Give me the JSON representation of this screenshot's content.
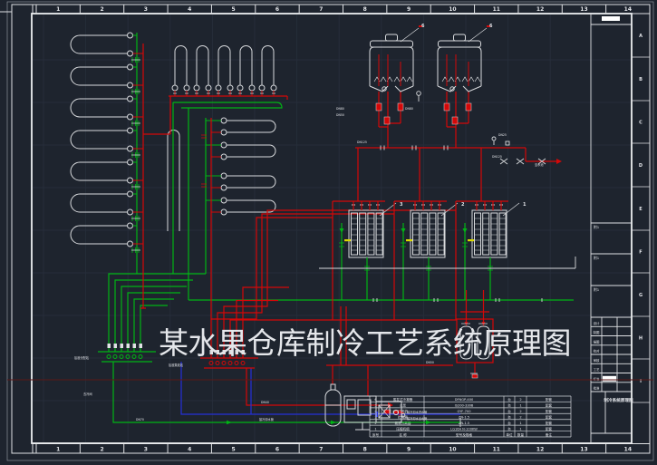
{
  "drawing": {
    "title": "某水果仓库制冷工艺系统原理图"
  },
  "frame": {
    "column_numbers": [
      "1",
      "2",
      "3",
      "4",
      "5",
      "6",
      "7",
      "8",
      "9",
      "10",
      "11",
      "12",
      "13",
      "14"
    ],
    "row_letters": [
      "A",
      "B",
      "C",
      "D",
      "E",
      "F",
      "G",
      "H",
      "I"
    ]
  },
  "title_block": {
    "section_labels": [
      "附1",
      "附1",
      "附1"
    ],
    "table_rows": [
      "设计",
      "制图",
      "描图",
      "校对",
      "审核",
      "工艺",
      "标准",
      "批准"
    ],
    "drawing_name": "制冷系统原理图"
  },
  "bom": {
    "rows": [
      [
        "6",
        "蒸发式冷凝器",
        "DFNGP-400",
        "台",
        "2",
        "配套"
      ],
      [
        "5",
        "水泵",
        "IS200-330B",
        "台",
        "1",
        "配套"
      ],
      [
        "4",
        "冷风机",
        "GYF-700",
        "台",
        "2",
        "配套"
      ],
      [
        "3",
        "贮液器",
        "ZN-1.5",
        "台",
        "2",
        "配套"
      ],
      [
        "2",
        "氨液分离器",
        "ZN-1.5",
        "台",
        "1",
        "配套"
      ],
      [
        "1",
        "压缩机组",
        "LG16A N-100KW",
        "台",
        "1",
        "配套"
      ],
      [
        "序号",
        "名 称",
        "型号及规格",
        "单位",
        "数量",
        "备注"
      ]
    ]
  },
  "callouts": {
    "units": [
      "3",
      "2",
      "1"
    ],
    "condensers": [
      "6",
      "6"
    ]
  },
  "pipe_labels": [
    "DN80",
    "DN50",
    "DN80",
    "DN125",
    "至水池",
    "DN125",
    "DN40",
    "DN70",
    "接冷却水管",
    "接冷却水进水管",
    "接冷却水出水管",
    "氨液分配站",
    "氨液集液站",
    "DN50",
    "DN25",
    "去冷间"
  ],
  "colors": {
    "pipe_red": "#d40808",
    "pipe_green": "#00b414",
    "pipe_blue": "#2430d8",
    "title_yellow": "#d9d900",
    "line_white": "#d8dadd"
  }
}
